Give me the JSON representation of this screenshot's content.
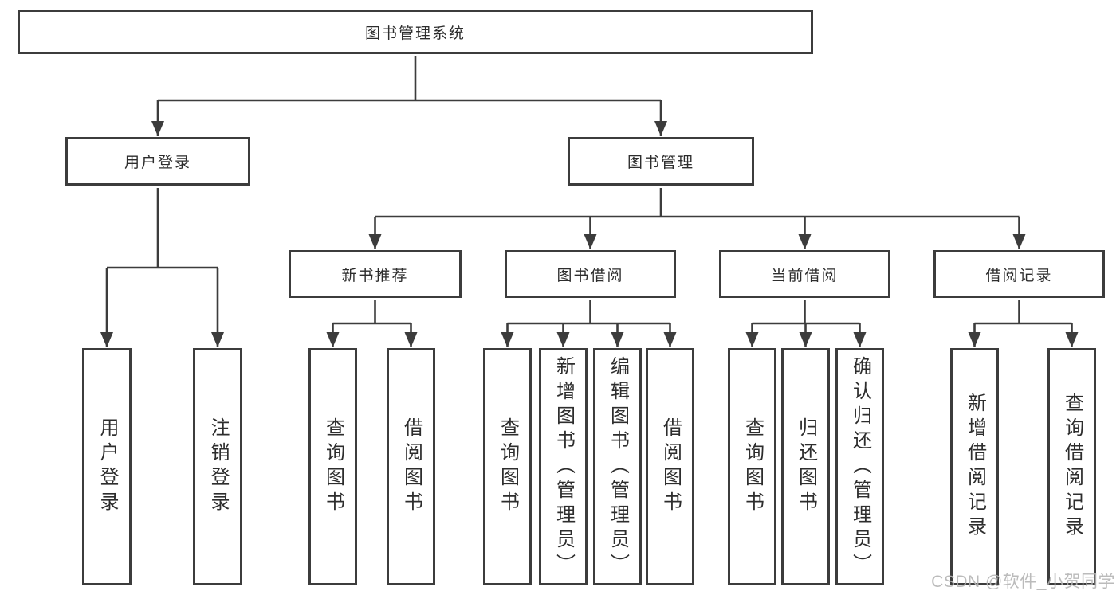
{
  "root_label": "图书管理系统",
  "level1": [
    {
      "label": "用户登录",
      "leaves": [
        "用户登录",
        "注销登录"
      ]
    },
    {
      "label": "图书管理",
      "groups": [
        {
          "label": "新书推荐",
          "leaves": [
            "查询图书",
            "借阅图书"
          ]
        },
        {
          "label": "图书借阅",
          "leaves": [
            "查询图书",
            "新增图书（管理员）",
            "编辑图书（管理员）",
            "借阅图书"
          ]
        },
        {
          "label": "当前借阅",
          "leaves": [
            "查询图书",
            "归还图书",
            "确认归还（管理员）"
          ]
        },
        {
          "label": "借阅记录",
          "leaves": [
            "新增借阅记录",
            "查询借阅记录"
          ]
        }
      ]
    }
  ],
  "watermark": "CSDN @软件_小贺同学",
  "colors": {
    "line": "#3c3c3c",
    "text": "#2d2d2d",
    "watermark": "#b4b4b4",
    "background": "#ffffff"
  }
}
